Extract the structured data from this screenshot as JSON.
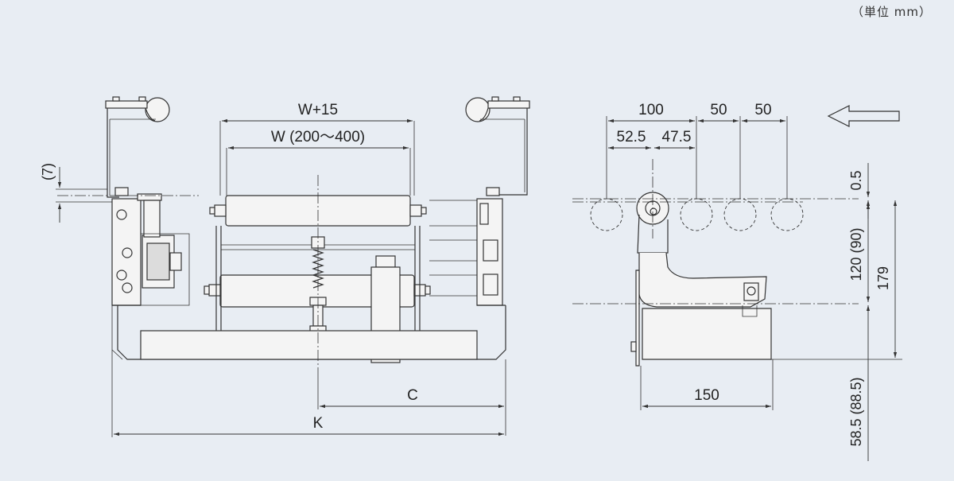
{
  "unit_label": "（単位 mm）",
  "front_view": {
    "dim_w15": "W+15",
    "dim_w": "W (200～400)",
    "dim_7": "(7)",
    "dim_c": "C",
    "dim_k": "K"
  },
  "side_view": {
    "dim_100": "100",
    "dim_50a": "50",
    "dim_50b": "50",
    "dim_52_5": "52.5",
    "dim_47_5": "47.5",
    "dim_0_5": "0.5",
    "dim_120": "120 (90)",
    "dim_179": "179",
    "dim_58_5": "58.5 (88.5)",
    "dim_150": "150",
    "flow_direction": "left"
  }
}
